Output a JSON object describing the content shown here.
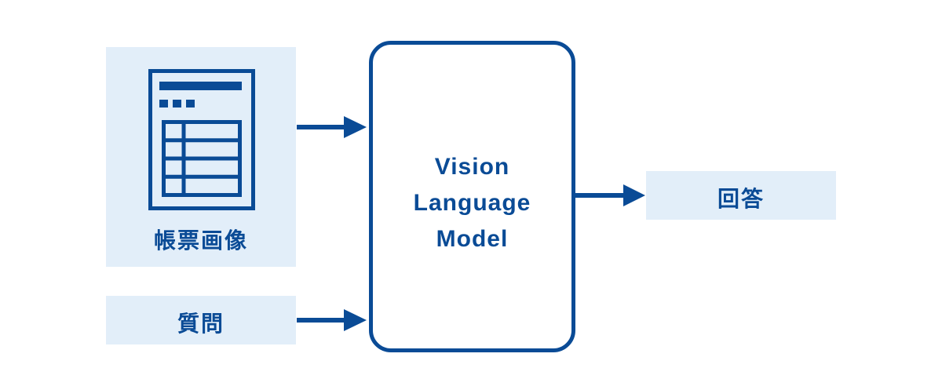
{
  "document_panel": {
    "label": "帳票画像",
    "icon": "document-form-icon"
  },
  "question_panel": {
    "label": "質問"
  },
  "model_box": {
    "lines": [
      "Vision",
      "Language",
      "Model"
    ]
  },
  "answer_panel": {
    "label": "回答"
  },
  "colors": {
    "primary": "#0a4b96",
    "panel_bg": "#e2eef9"
  }
}
